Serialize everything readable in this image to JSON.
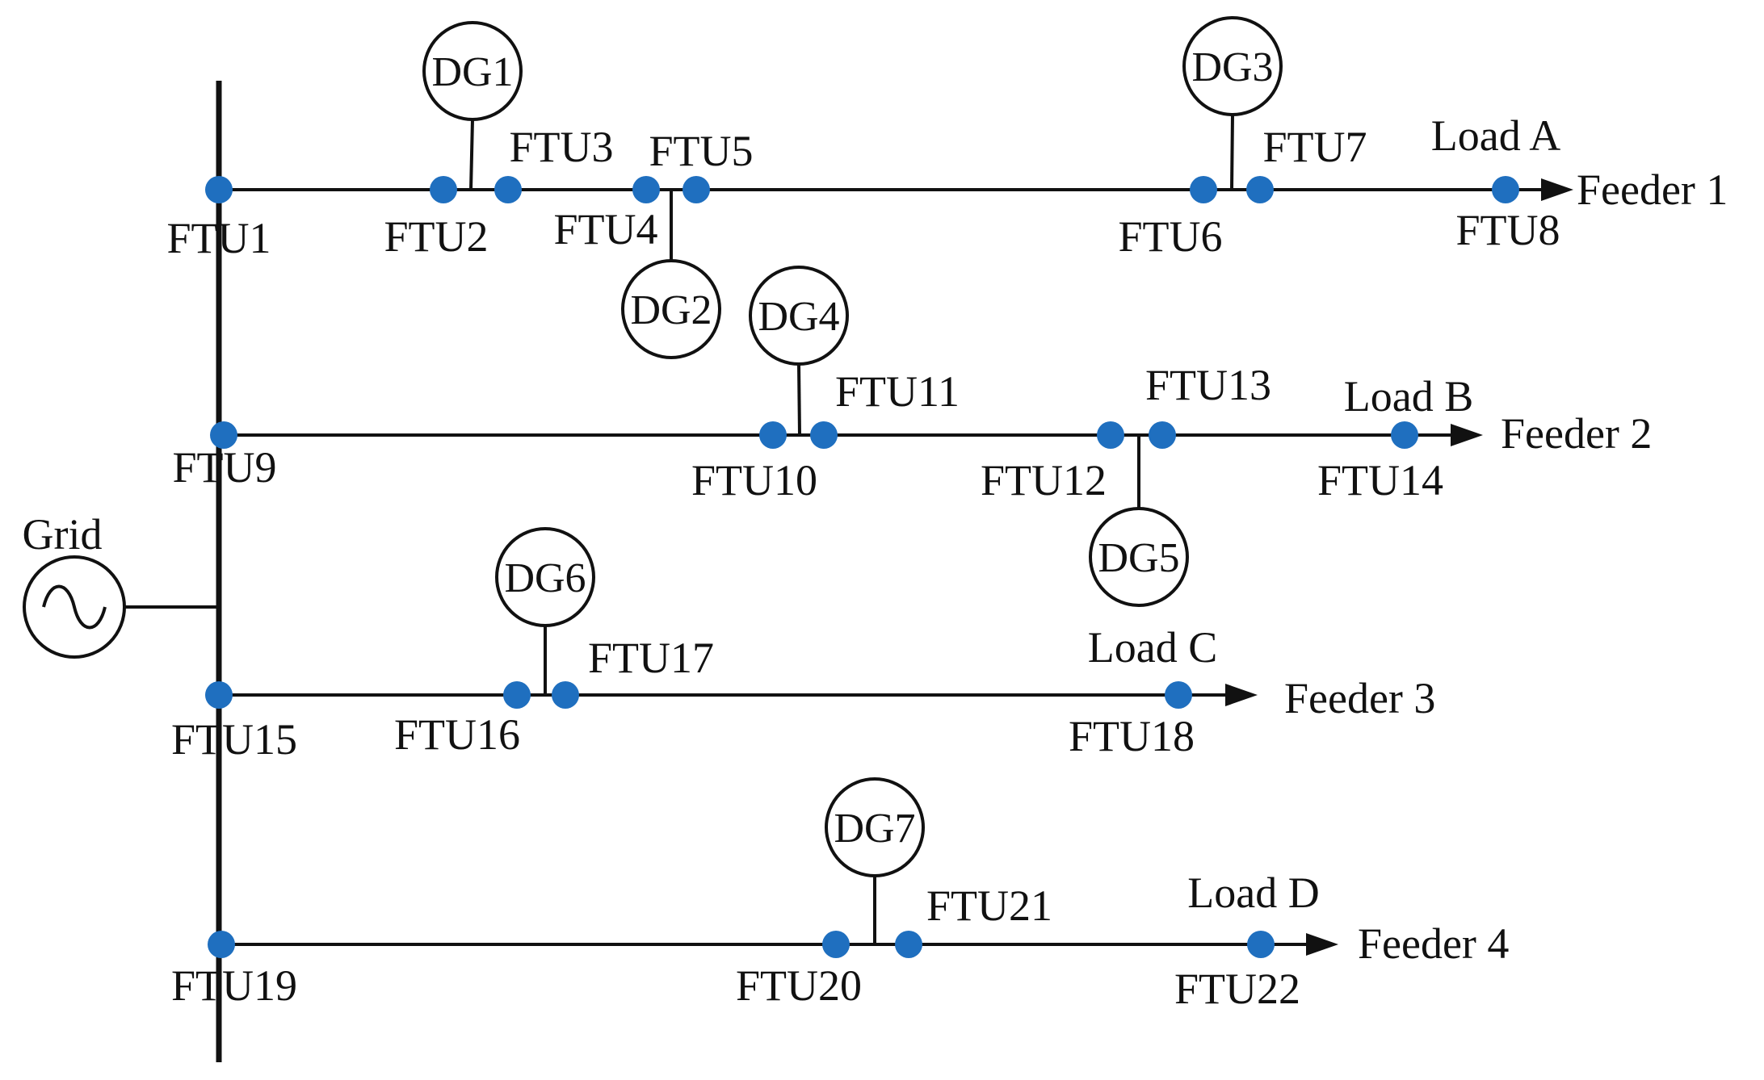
{
  "grid_label": "Grid",
  "colors": {
    "line": "#111111",
    "node": "#1f6fbf",
    "background": "#ffffff"
  },
  "feeders": [
    {
      "id": "feeder1",
      "label": "Feeder 1",
      "load": "Load A",
      "nodes": [
        "FTU1",
        "FTU2",
        "FTU3",
        "FTU4",
        "FTU5",
        "FTU6",
        "FTU7",
        "FTU8"
      ]
    },
    {
      "id": "feeder2",
      "label": "Feeder 2",
      "load": "Load B",
      "nodes": [
        "FTU9",
        "FTU10",
        "FTU11",
        "FTU12",
        "FTU13",
        "FTU14"
      ]
    },
    {
      "id": "feeder3",
      "label": "Feeder 3",
      "load": "Load C",
      "nodes": [
        "FTU15",
        "FTU16",
        "FTU17",
        "FTU18"
      ]
    },
    {
      "id": "feeder4",
      "label": "Feeder 4",
      "load": "Load D",
      "nodes": [
        "FTU19",
        "FTU20",
        "FTU21",
        "FTU22"
      ]
    }
  ],
  "generators": [
    {
      "label": "DG1",
      "feeder": "feeder1",
      "between": [
        "FTU2",
        "FTU3"
      ]
    },
    {
      "label": "DG2",
      "feeder": "feeder1",
      "between": [
        "FTU4",
        "FTU5"
      ]
    },
    {
      "label": "DG3",
      "feeder": "feeder1",
      "between": [
        "FTU6",
        "FTU7"
      ]
    },
    {
      "label": "DG4",
      "feeder": "feeder2",
      "between": [
        "FTU10",
        "FTU11"
      ]
    },
    {
      "label": "DG5",
      "feeder": "feeder2",
      "between": [
        "FTU12",
        "FTU13"
      ]
    },
    {
      "label": "DG6",
      "feeder": "feeder3",
      "between": [
        "FTU16",
        "FTU17"
      ]
    },
    {
      "label": "DG7",
      "feeder": "feeder4",
      "between": [
        "FTU20",
        "FTU21"
      ]
    }
  ]
}
